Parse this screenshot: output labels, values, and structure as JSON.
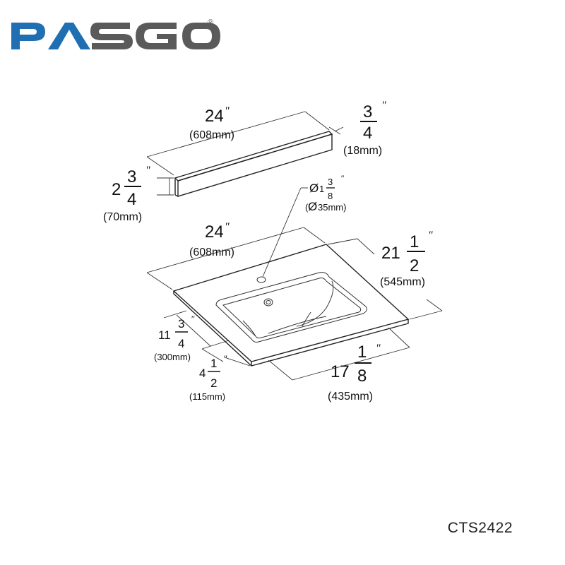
{
  "brand": {
    "logo_text": "PASGO",
    "registered_mark": "®",
    "colors": {
      "primary": "#1f6fb2",
      "secondary": "#5a5a5a"
    }
  },
  "model_code": "CTS2422",
  "backsplash": {
    "width": {
      "main": "24",
      "unit": "″",
      "metric": "(608mm)"
    },
    "thickness": {
      "num": "3",
      "den": "4",
      "unit": "″",
      "metric": "(18mm)"
    },
    "height": {
      "whole": "2",
      "num": "3",
      "den": "4",
      "unit": "″",
      "metric": "(70mm)"
    }
  },
  "faucet_hole": {
    "symbol": "Ø",
    "whole": "1",
    "num": "3",
    "den": "8",
    "unit": "″",
    "metric_symbol": "Ø",
    "metric": "35mm)",
    "metric_prefix": "("
  },
  "countertop": {
    "width": {
      "main": "24",
      "unit": "″",
      "metric": "(608mm)"
    },
    "depth": {
      "whole": "21",
      "num": "1",
      "den": "2",
      "unit": "″",
      "metric": "(545mm)"
    },
    "side_depth": {
      "whole": "11",
      "num": "3",
      "den": "4",
      "unit": "″",
      "metric": "(300mm)"
    },
    "front_offset": {
      "whole": "4",
      "num": "1",
      "den": "2",
      "unit": "″",
      "metric": "(115mm)"
    },
    "basin_width": {
      "whole": "17",
      "num": "1",
      "den": "8",
      "unit": "″",
      "metric": "(435mm)"
    }
  }
}
